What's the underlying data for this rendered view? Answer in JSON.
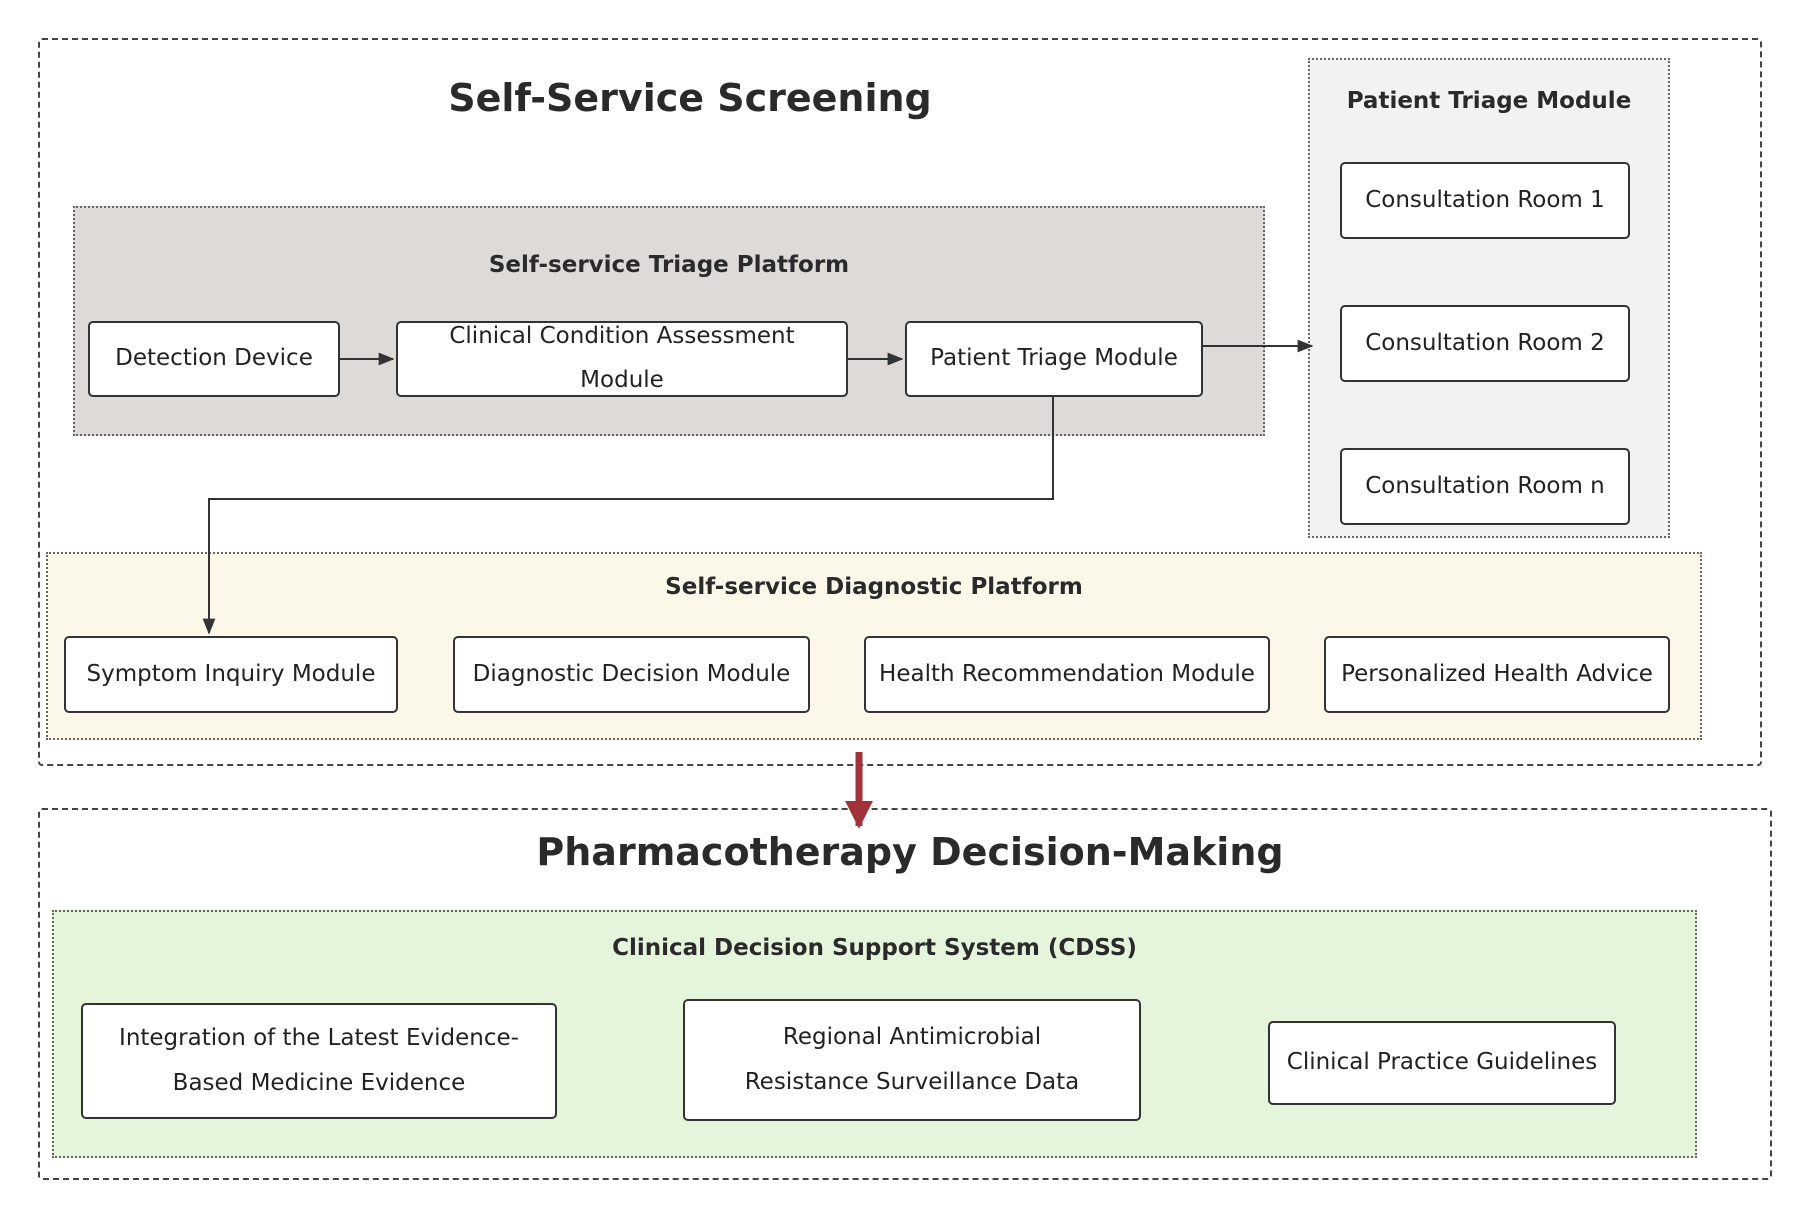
{
  "sections": {
    "screening": {
      "title": "Self-Service Screening"
    },
    "pharmacotherapy": {
      "title": "Pharmacotherapy Decision-Making"
    }
  },
  "groups": {
    "triage_platform": {
      "title": "Self-service Triage Platform",
      "nodes": [
        "Detection Device",
        "Clinical Condition Assessment Module",
        "Patient Triage Module"
      ]
    },
    "patient_triage": {
      "title": "Patient Triage Module",
      "rooms": [
        "Consultation Room 1",
        "Consultation Room 2",
        "Consultation Room n"
      ]
    },
    "diagnostic_platform": {
      "title": "Self-service Diagnostic Platform",
      "nodes": [
        "Symptom Inquiry Module",
        "Diagnostic Decision Module",
        "Health Recommendation Module",
        "Personalized Health Advice"
      ]
    },
    "cdss": {
      "title": "Clinical Decision Support System (CDSS)",
      "nodes": [
        "Integration of the Latest Evidence-Based Medicine Evidence",
        "Regional Antimicrobial Resistance Surveillance Data",
        "Clinical Practice Guidelines"
      ]
    }
  },
  "colors": {
    "triage_platform_bg": "#dedad8",
    "patient_triage_bg": "#f2f2f2",
    "diagnostic_bg": "#fbf8ea",
    "cdss_bg": "#e4f5dc",
    "main_arrow": "#a0323a",
    "edge": "#333333"
  }
}
